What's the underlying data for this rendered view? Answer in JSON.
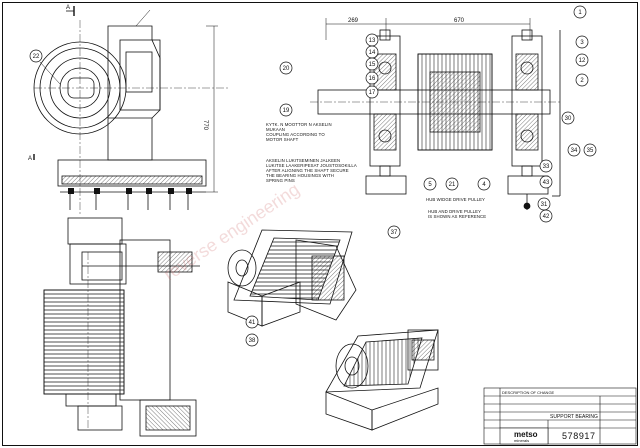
{
  "views": {
    "section": {
      "label": "A"
    }
  },
  "dimensions": {
    "d269": "269",
    "d670": "670",
    "d770": "770"
  },
  "balloons": [
    "1",
    "2",
    "3",
    "4",
    "5",
    "12",
    "13",
    "14",
    "15",
    "16",
    "17",
    "19",
    "20",
    "21",
    "22",
    "30",
    "31",
    "33",
    "34",
    "35",
    "37",
    "38",
    "41",
    "42",
    "43"
  ],
  "notes": {
    "motor_shaft": [
      "KYTK. N MOOTTOR N AKSELIN",
      "MUKAAN",
      "COUPLING ACCORDING TO",
      "MOTOR SHAFT"
    ],
    "shaft_locking": [
      "AKSELIN LUKITSEMINEN JALKEEN",
      "LUKITSE LAAKERIPESAT JOUSTOSOKILLA",
      "AFTER ALIGNING THE SHAFT SECURE",
      "THE BEARING HOUSINGS WITH",
      "SPRING PINS"
    ],
    "hub": [
      "HUB WIDGE DRIVE PULLEY"
    ],
    "reference": [
      "HUB AND DRIVE PULLEY",
      "IS SHOWN AS REFERENCE"
    ]
  },
  "watermark": "reverse engineering",
  "title_block": {
    "title": "SUPPORT BEARING",
    "description_header": "DESCRIPTION OF CHANGE",
    "drawing_number": "578917",
    "company": "metso",
    "company_sub": "minerals"
  }
}
